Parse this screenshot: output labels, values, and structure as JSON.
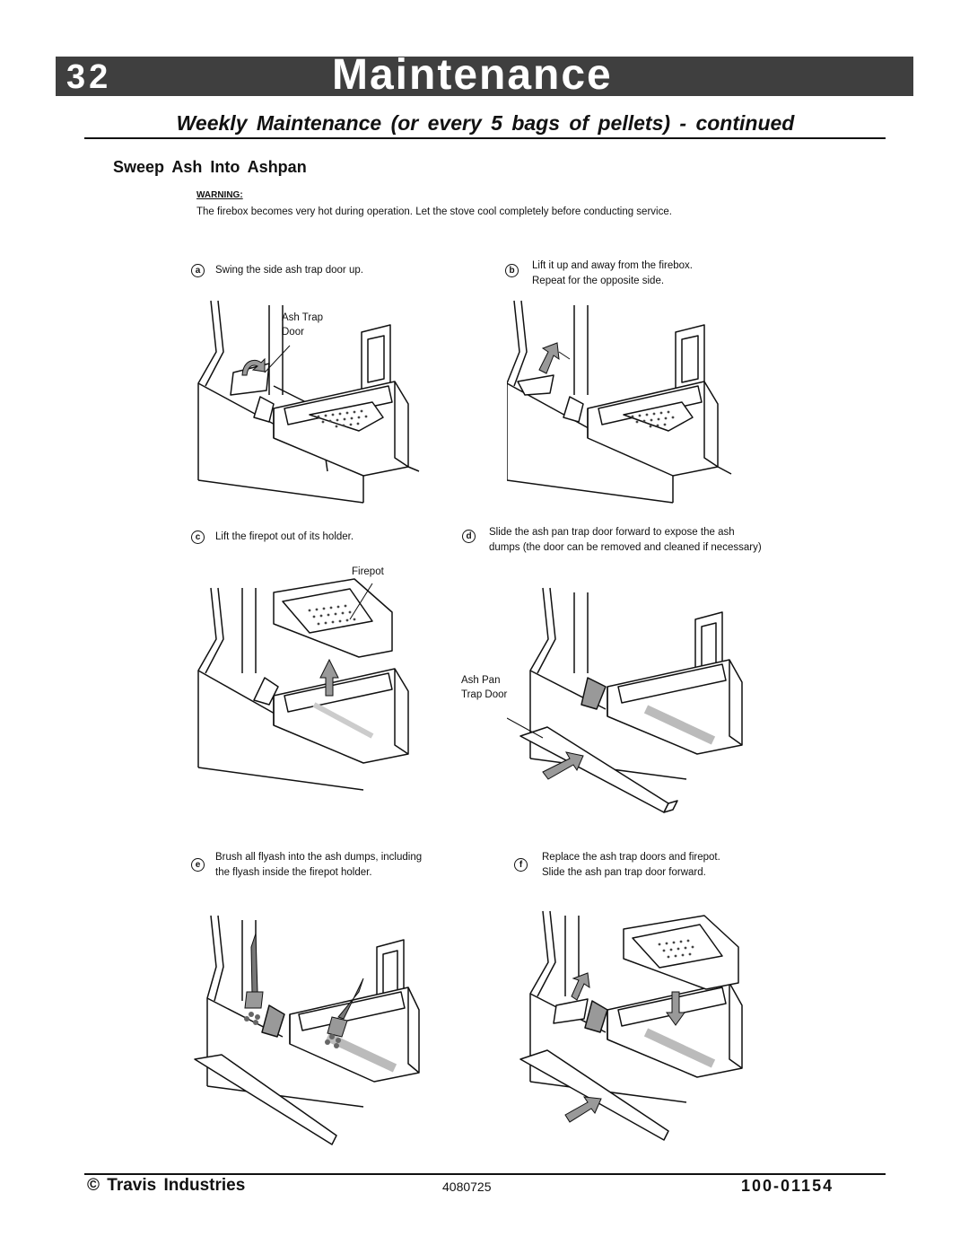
{
  "header": {
    "page_number": "32",
    "title": "Maintenance"
  },
  "subtitle": "Weekly Maintenance (or every 5 bags of pellets) - continued",
  "section_title": "Sweep Ash Into Ashpan",
  "warning": {
    "label": "WARNING:",
    "text": "The firebox becomes very hot during operation.  Let the stove cool completely before conducting service."
  },
  "steps": [
    {
      "letter": "a",
      "lines": [
        "Swing the side ash trap door up."
      ],
      "callout": [
        "Ash Trap",
        "Door"
      ]
    },
    {
      "letter": "b",
      "lines": [
        "Lift it up and away from the firebox.",
        "Repeat for the opposite side."
      ]
    },
    {
      "letter": "c",
      "lines": [
        "Lift the firepot out of its holder."
      ],
      "callout": [
        "Firepot"
      ]
    },
    {
      "letter": "d",
      "lines": [
        "Slide the ash pan trap door forward to expose the ash",
        "dumps (the door can be removed and cleaned if necessary)"
      ],
      "callout": [
        "Ash Pan",
        "Trap Door"
      ]
    },
    {
      "letter": "e",
      "lines": [
        "Brush all flyash into the ash dumps, including",
        "the flyash inside the firepot holder."
      ]
    },
    {
      "letter": "f",
      "lines": [
        "Replace the ash trap doors and firepot.",
        "Slide the ash pan trap door forward."
      ]
    }
  ],
  "footer": {
    "company": "© Travis Industries",
    "code": "4080725",
    "part_number": "100-01154"
  }
}
